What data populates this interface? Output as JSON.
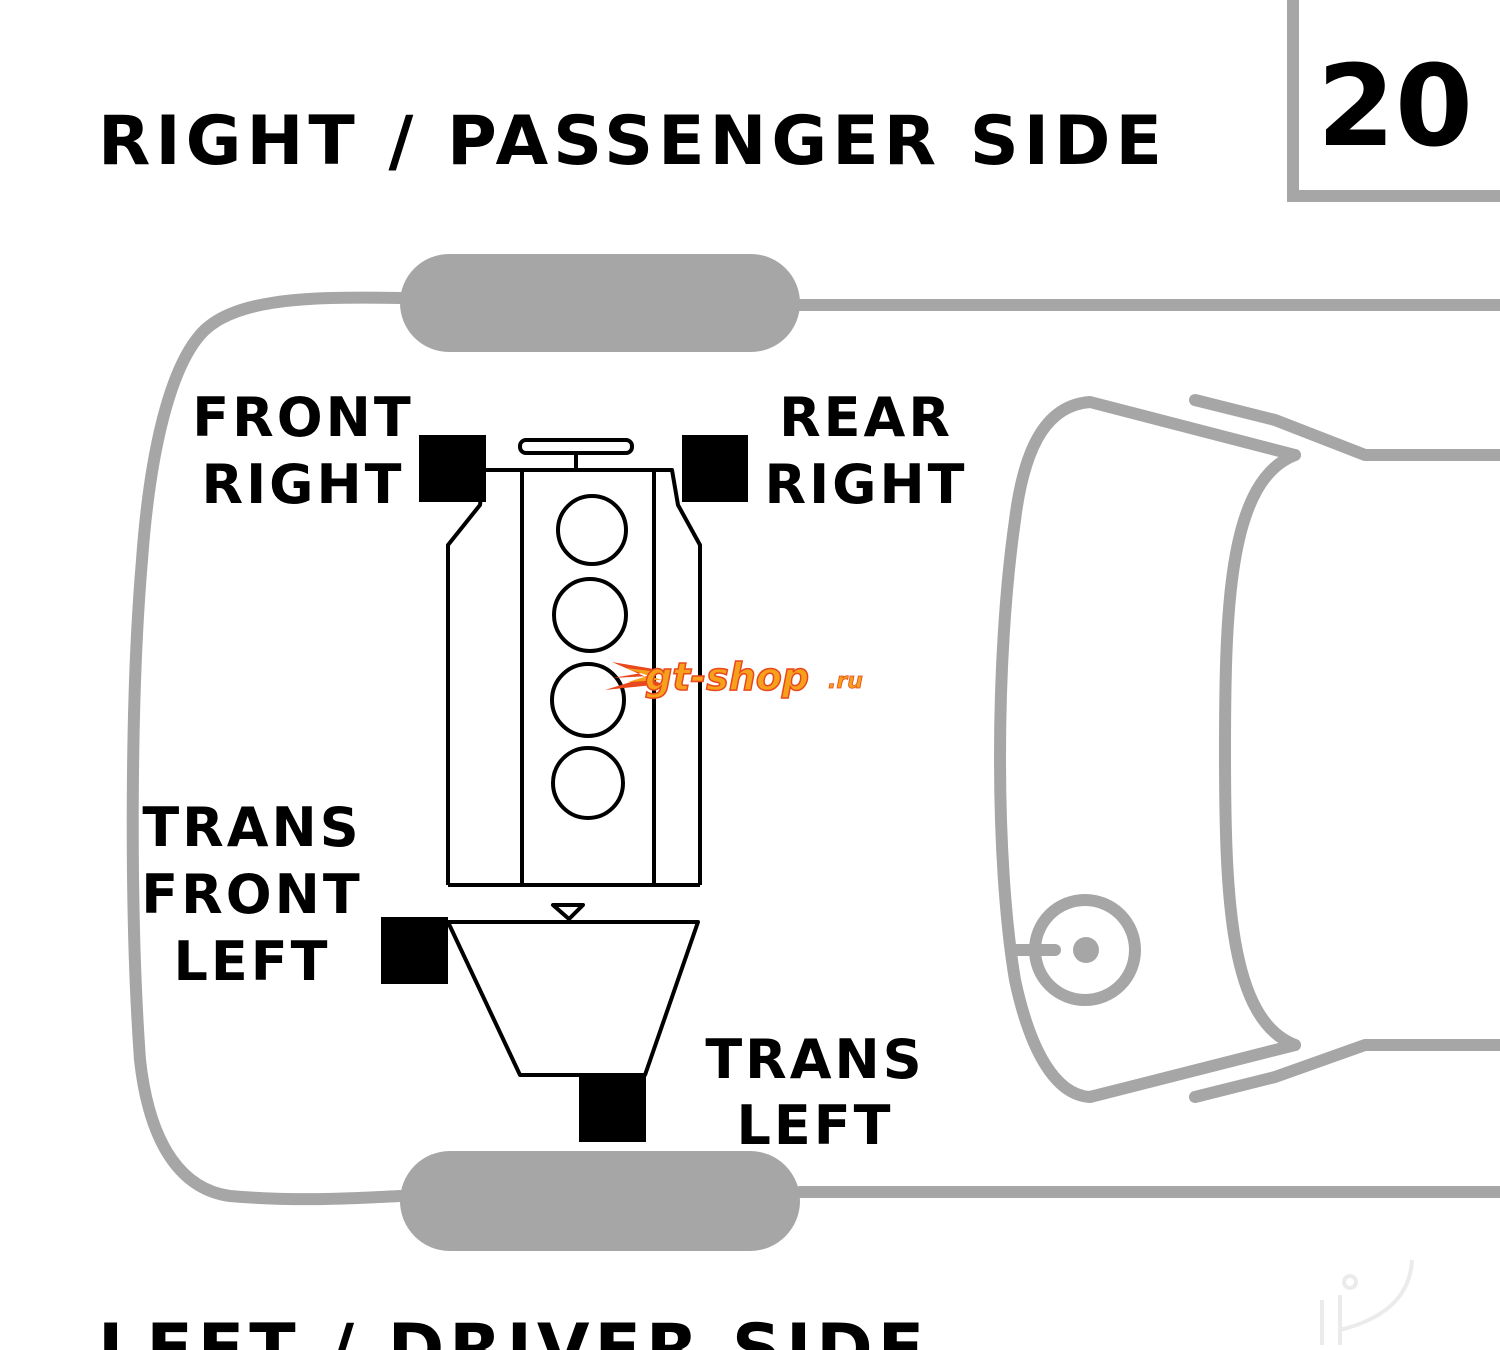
{
  "headings": {
    "top": "RIGHT / PASSENGER SIDE",
    "bottom": "LEFT / DRIVER SIDE"
  },
  "page_number": "20",
  "mounts": {
    "front_right": [
      "FRONT",
      "RIGHT"
    ],
    "rear_right": [
      "REAR",
      "RIGHT"
    ],
    "trans_front_left": [
      "TRANS",
      "FRONT",
      "LEFT"
    ],
    "trans_left": [
      "TRANS",
      "LEFT"
    ]
  },
  "watermark": "gt-shop.ru",
  "colors": {
    "outline": "#a6a6a6",
    "ink": "#000000",
    "watermark_orange": "#f7a01c",
    "watermark_red": "#e8481c"
  }
}
